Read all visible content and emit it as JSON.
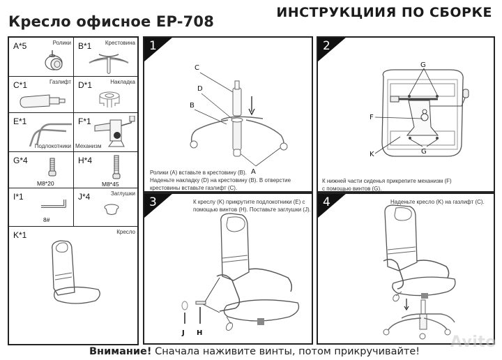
{
  "header": {
    "product_title": "Кресло офисное EP-708",
    "document_title": "ИНСТРУКЦИИЯ ПО СБОРКЕ"
  },
  "parts": [
    {
      "code": "A*5",
      "name": "Ролики",
      "icon": "caster-wheel-icon"
    },
    {
      "code": "B*1",
      "name": "Крестовина",
      "icon": "star-base-icon"
    },
    {
      "code": "C*1",
      "name": "Газлифт",
      "icon": "gas-lift-icon"
    },
    {
      "code": "D*1",
      "name": "Накладка",
      "icon": "base-cover-icon"
    },
    {
      "code": "E*1",
      "name": "Подлокотники",
      "icon": "armrests-icon"
    },
    {
      "code": "F*1",
      "name": "Механизм",
      "icon": "tilt-mechanism-icon"
    },
    {
      "code": "G*4",
      "name": "",
      "size": "M8*20",
      "icon": "short-screw-icon"
    },
    {
      "code": "H*4",
      "name": "",
      "size": "M8*45",
      "icon": "long-screw-icon"
    },
    {
      "code": "I*1",
      "name": "",
      "size": "8#",
      "icon": "hex-key-icon"
    },
    {
      "code": "J*4",
      "name": "Заглушки",
      "icon": "cap-plug-icon"
    },
    {
      "code": "K*1",
      "name": "Кресло",
      "icon": "chair-seat-icon"
    }
  ],
  "steps": [
    {
      "number": "1",
      "callouts": [
        "C",
        "D",
        "B",
        "A"
      ],
      "lines": [
        "Ролики (A) вставьте в крестовину (B).",
        "Наденьте накладку (D) на крестовину (B). В отверстие",
        "крестовины вставьте газлифт (C)."
      ]
    },
    {
      "number": "2",
      "callouts": [
        "G",
        "F",
        "K",
        "G"
      ],
      "lines": [
        "К нижней части сиденья прикрепите механизм (F)",
        "с помощью винтов (G)."
      ]
    },
    {
      "number": "3",
      "callouts": [
        "J",
        "H"
      ],
      "lines": [
        "К креслу (K) прикрутите подлокотники (E) с",
        "помощью винтов (H). Поставьте заглушки (J)."
      ]
    },
    {
      "number": "4",
      "callouts": [],
      "lines": [
        "Наденьте кресло (K) на газлифт (C)."
      ]
    }
  ],
  "footer": {
    "warning_bold": "Внимание!",
    "warning_text": " Сначала наживите винты, потом прикручивайте!",
    "watermark": "Avito"
  }
}
